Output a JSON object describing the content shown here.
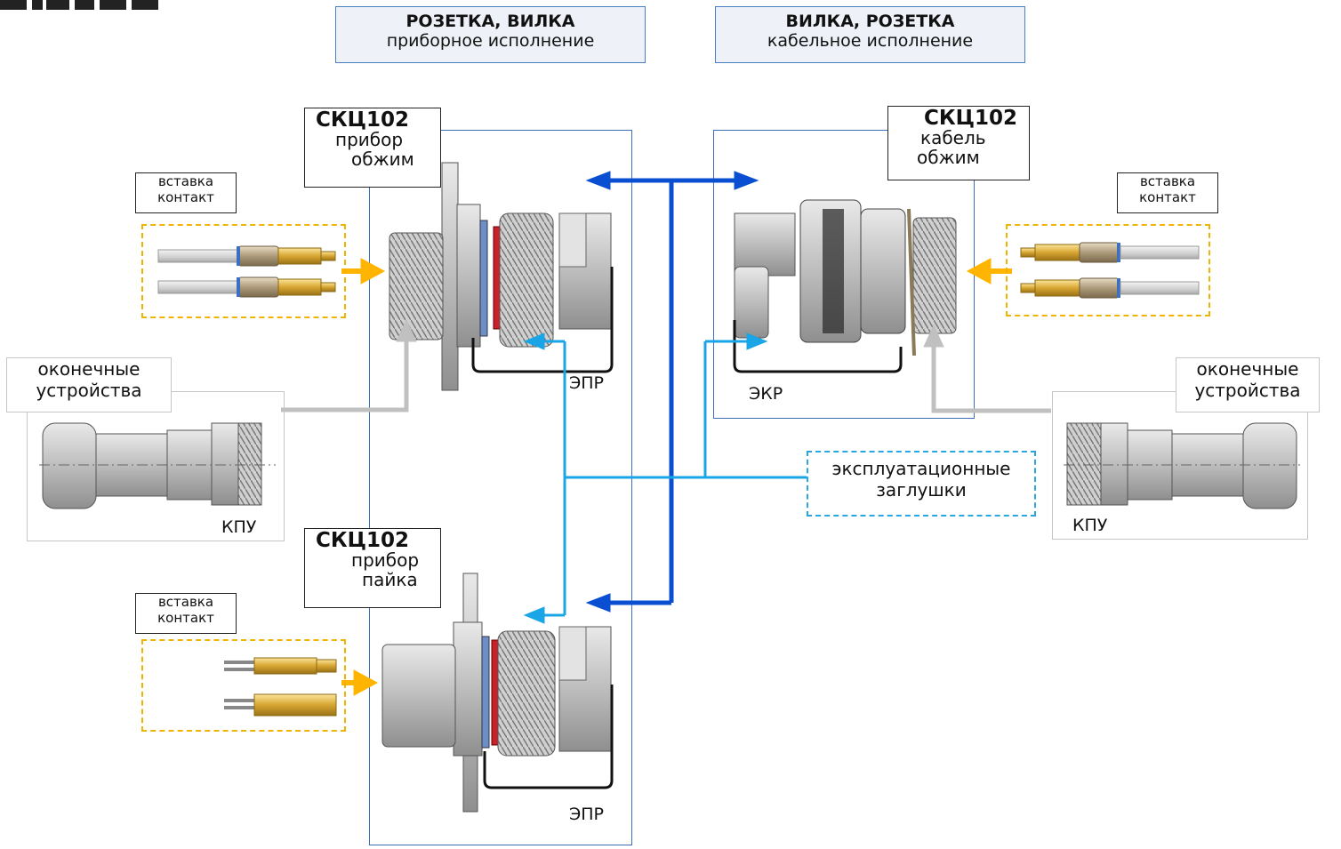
{
  "header": {
    "left": {
      "title": "РОЗЕТКА, ВИЛКА",
      "subtitle": "приборное исполнение"
    },
    "right": {
      "title": "ВИЛКА, РОЗЕТКА",
      "subtitle": "кабельное исполнение"
    }
  },
  "connectors": {
    "top_left": {
      "title": "СКЦ102",
      "line1": "прибор",
      "line2": "обжим"
    },
    "top_right": {
      "title": "СКЦ102",
      "line1": "кабель",
      "line2": "обжим"
    },
    "bottom_left": {
      "title": "СКЦ102",
      "line1": "прибор",
      "line2": "пайка"
    }
  },
  "inserts": {
    "top_left": {
      "line1": "вставка",
      "line2": "контакт"
    },
    "top_right": {
      "line1": "вставка",
      "line2": "контакт"
    },
    "bottom_left": {
      "line1": "вставка",
      "line2": "контакт"
    }
  },
  "caps": {
    "epr_top": "ЭПР",
    "ekr": "ЭКР",
    "epr_bottom": "ЭПР"
  },
  "terminal_devices": {
    "left": {
      "line1": "оконечные",
      "line2": "устройства",
      "name": "КПУ"
    },
    "right": {
      "line1": "оконечные",
      "line2": "устройства",
      "name": "КПУ"
    }
  },
  "stubs": {
    "line1": "эксплуатационные",
    "line2": "заглушки"
  },
  "icons": [
    "connector-body-icon",
    "contact-pin-icon",
    "kpu-adapter-icon",
    "logo-icon"
  ],
  "colors": {
    "dark_blue_arrow": "#0a4fd1",
    "light_blue_arrow": "#1aa5e6",
    "orange_arrow": "#ffb400",
    "gray_arrow": "#c0c0c0",
    "panel_border": "#3c6fb8"
  }
}
